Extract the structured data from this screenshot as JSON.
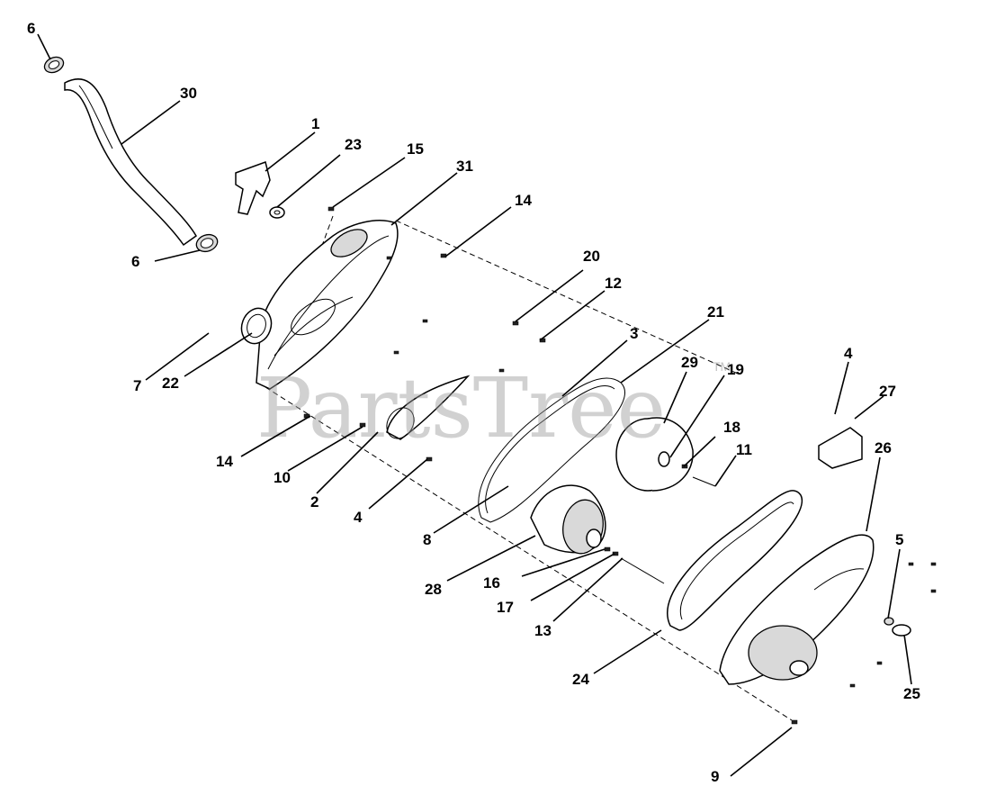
{
  "watermark": {
    "text": "PartsTree",
    "tm": "TM"
  },
  "callouts": [
    {
      "label": "1"
    },
    {
      "label": "2"
    },
    {
      "label": "3"
    },
    {
      "label": "4"
    },
    {
      "label": "4"
    },
    {
      "label": "5"
    },
    {
      "label": "6"
    },
    {
      "label": "6"
    },
    {
      "label": "7"
    },
    {
      "label": "8"
    },
    {
      "label": "9"
    },
    {
      "label": "10"
    },
    {
      "label": "11"
    },
    {
      "label": "12"
    },
    {
      "label": "13"
    },
    {
      "label": "14"
    },
    {
      "label": "14"
    },
    {
      "label": "15"
    },
    {
      "label": "16"
    },
    {
      "label": "17"
    },
    {
      "label": "18"
    },
    {
      "label": "19"
    },
    {
      "label": "20"
    },
    {
      "label": "21"
    },
    {
      "label": "22"
    },
    {
      "label": "23"
    },
    {
      "label": "24"
    },
    {
      "label": "25"
    },
    {
      "label": "26"
    },
    {
      "label": "27"
    },
    {
      "label": "28"
    },
    {
      "label": "29"
    },
    {
      "label": "30"
    },
    {
      "label": "31"
    }
  ]
}
